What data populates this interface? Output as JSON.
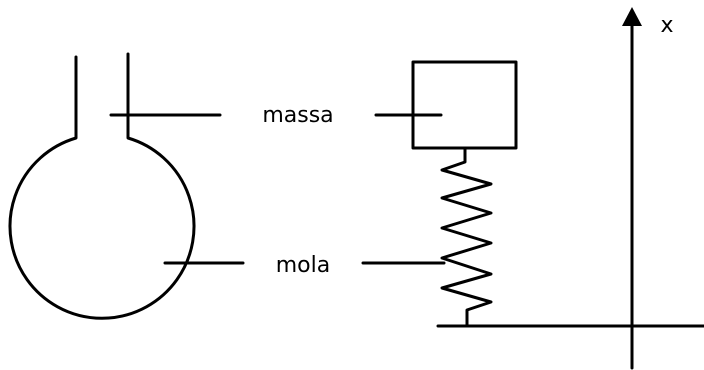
{
  "labels": {
    "mass": "massa",
    "spring": "mola",
    "axis": "x"
  },
  "colors": {
    "ink": "#000000",
    "background": "#ffffff"
  }
}
